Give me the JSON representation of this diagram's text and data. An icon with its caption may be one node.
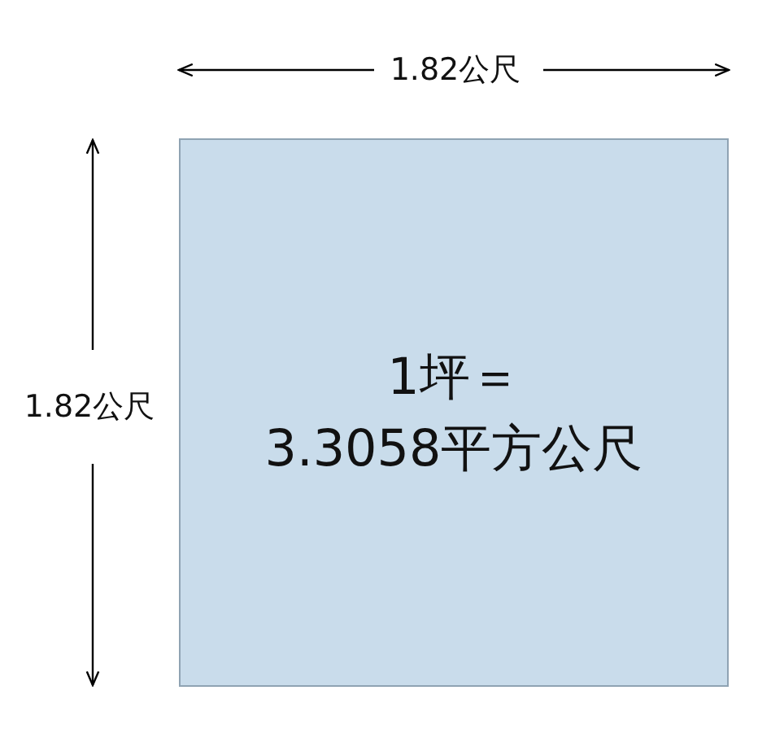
{
  "diagram": {
    "nodes": [
      {
        "text": [
          "1坪＝3.3058平方公尺"
        ]
      }
    ],
    "labels": [
      "1.82公尺",
      "1.82公尺"
    ]
  }
}
